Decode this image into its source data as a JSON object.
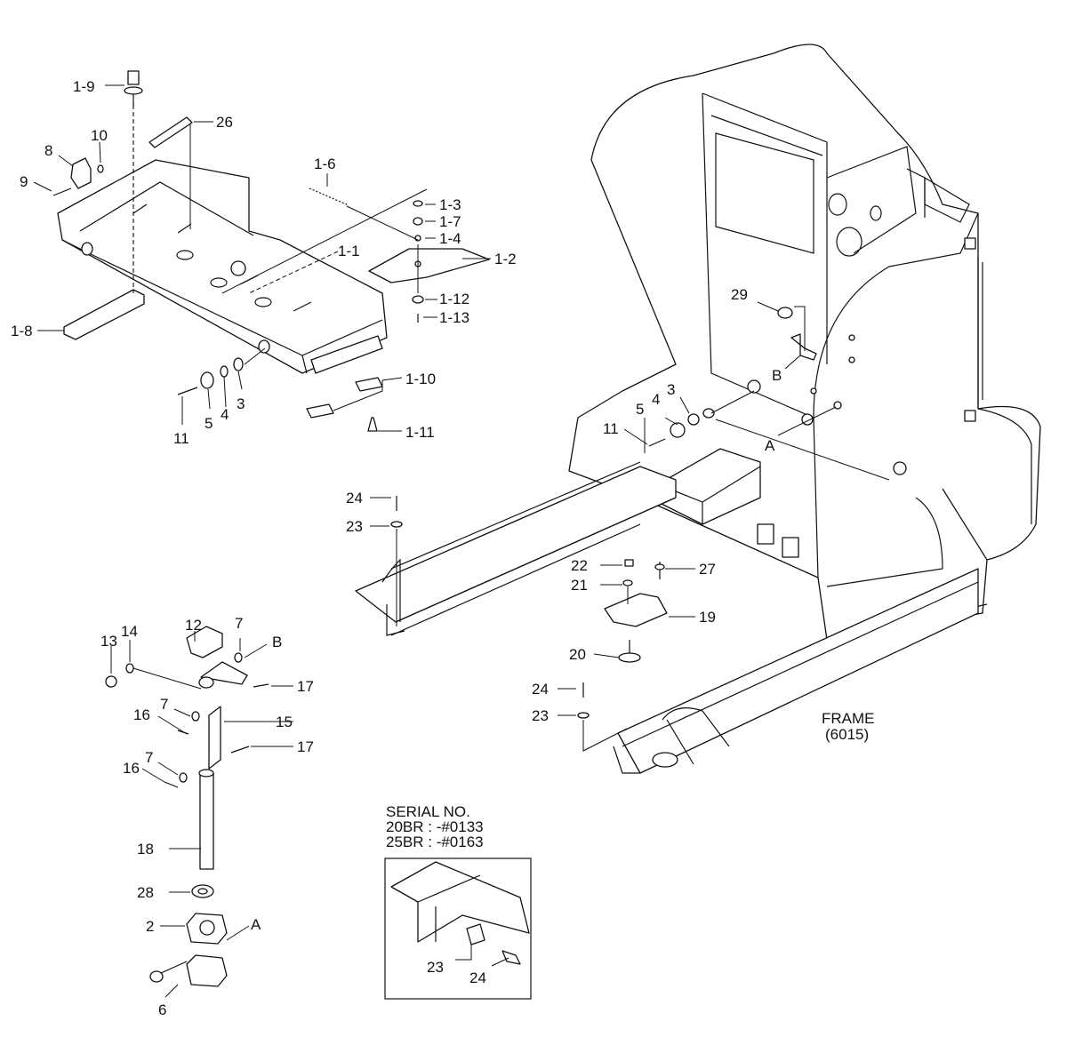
{
  "diagram": {
    "labels": {
      "l_1_9": "1-9",
      "l_26": "26",
      "l_8": "8",
      "l_10": "10",
      "l_9": "9",
      "l_1_6": "1-6",
      "l_1_3": "1-3",
      "l_1_7": "1-7",
      "l_1_4": "1-4",
      "l_1_1": "1-1",
      "l_1_2": "1-2",
      "l_1_12": "1-12",
      "l_1_13": "1-13",
      "l_1_8": "1-8",
      "l_1_10": "1-10",
      "l_1_11": "1-11",
      "l_11a": "11",
      "l_5a": "5",
      "l_4a": "4",
      "l_3a": "3",
      "l_29": "29",
      "l_Bframe": "B",
      "l_3b": "3",
      "l_4b": "4",
      "l_5b": "5",
      "l_11b": "11",
      "l_Aframe": "A",
      "l_24a": "24",
      "l_23a": "23",
      "l_22": "22",
      "l_27": "27",
      "l_21": "21",
      "l_19": "19",
      "l_20": "20",
      "l_24b": "24",
      "l_23b": "23",
      "l_13": "13",
      "l_14": "14",
      "l_12": "12",
      "l_7a": "7",
      "l_Blink": "B",
      "l_17a": "17",
      "l_16a": "16",
      "l_7b": "7",
      "l_15": "15",
      "l_17b": "17",
      "l_16b": "16",
      "l_7c": "7",
      "l_18": "18",
      "l_28": "28",
      "l_2": "2",
      "l_Aclamp": "A",
      "l_6": "6",
      "l_23c": "23",
      "l_24c": "24"
    },
    "frame_note": {
      "line1": "FRAME",
      "line2": "(6015)"
    },
    "serial": {
      "title": "SERIAL NO.",
      "line1": "20BR : -#0133",
      "line2": "25BR : -#0163"
    }
  }
}
